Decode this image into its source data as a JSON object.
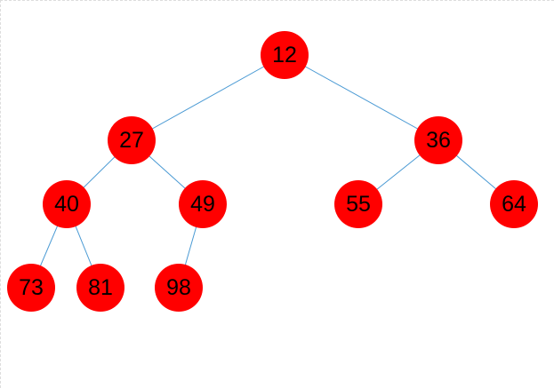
{
  "colors": {
    "node_fill": "#ff0000",
    "edge": "#4a9ad4",
    "label": "#000000"
  },
  "tree": {
    "nodes": [
      {
        "id": "n12",
        "label": "12"
      },
      {
        "id": "n27",
        "label": "27"
      },
      {
        "id": "n36",
        "label": "36"
      },
      {
        "id": "n40",
        "label": "40"
      },
      {
        "id": "n49",
        "label": "49"
      },
      {
        "id": "n55",
        "label": "55"
      },
      {
        "id": "n64",
        "label": "64"
      },
      {
        "id": "n73",
        "label": "73"
      },
      {
        "id": "n81",
        "label": "81"
      },
      {
        "id": "n98",
        "label": "98"
      }
    ],
    "edges": [
      {
        "from": "n12",
        "to": "n27"
      },
      {
        "from": "n12",
        "to": "n36"
      },
      {
        "from": "n27",
        "to": "n40"
      },
      {
        "from": "n27",
        "to": "n49"
      },
      {
        "from": "n36",
        "to": "n55"
      },
      {
        "from": "n36",
        "to": "n64"
      },
      {
        "from": "n40",
        "to": "n73"
      },
      {
        "from": "n40",
        "to": "n81"
      },
      {
        "from": "n49",
        "to": "n98"
      }
    ]
  }
}
